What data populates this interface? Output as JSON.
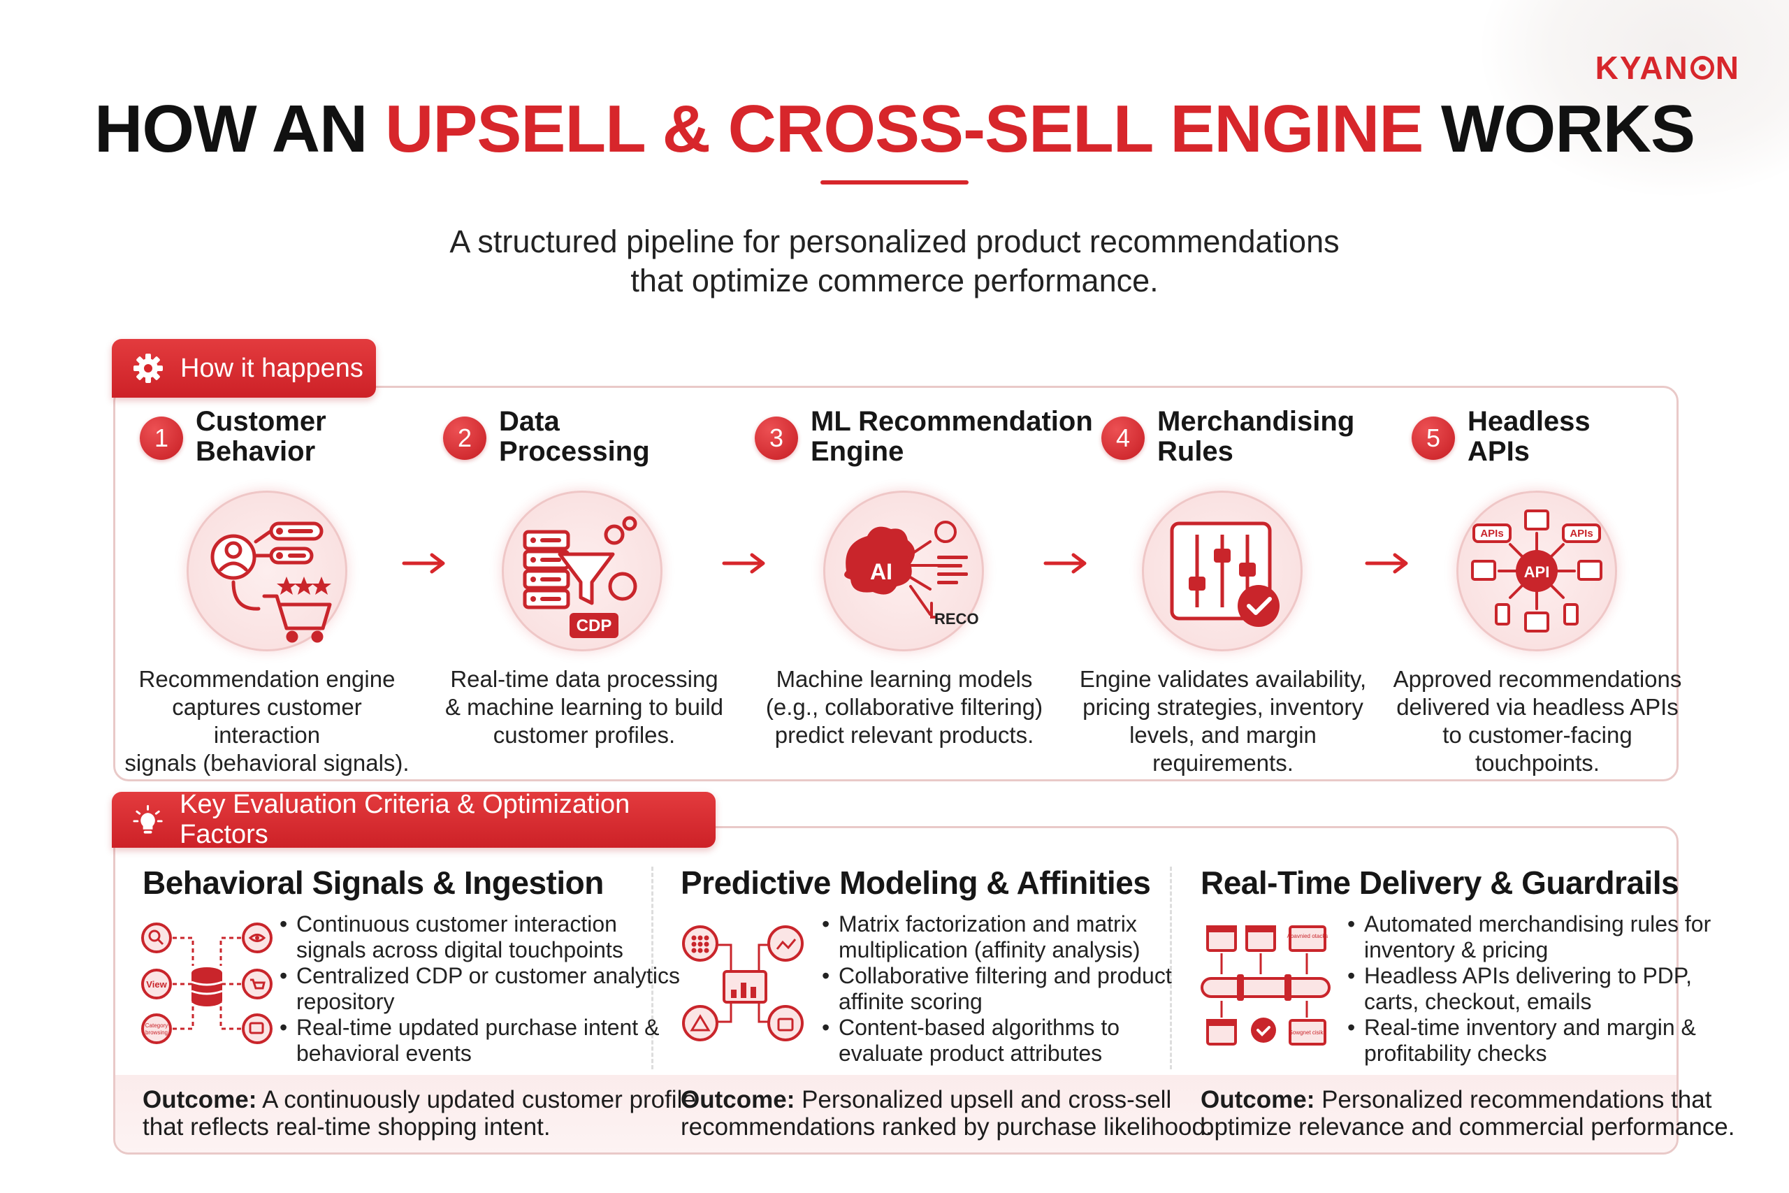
{
  "brand": {
    "logo_prefix": "KYAN",
    "logo_suffix": "N",
    "accent_color": "#d7262b"
  },
  "header": {
    "title_part1": "HOW AN ",
    "title_accent": "UPSELL & CROSS-SELL ENGINE",
    "title_part2": " WORKS",
    "subtitle_line1": "A structured pipeline for personalized product recommendations",
    "subtitle_line2": "that optimize commerce performance."
  },
  "how_section": {
    "tab_label": "How it happens",
    "tab_icon": "gear-icon",
    "steps": [
      {
        "num": "1",
        "title_line1": "Customer",
        "title_line2": "Behavior",
        "icon": "customer-behavior-icon",
        "desc_lines": [
          "Recommendation engine",
          "captures customer interaction",
          "signals (behavioral signals)."
        ]
      },
      {
        "num": "2",
        "title_line1": "Data",
        "title_line2": "Processing",
        "icon": "data-processing-icon",
        "icon_label": "CDP",
        "desc_lines": [
          "Real-time data processing",
          "& machine learning to build",
          "customer profiles."
        ]
      },
      {
        "num": "3",
        "title_line1": "ML Recommendation",
        "title_line2": "Engine",
        "icon": "ml-engine-icon",
        "icon_label_ai": "AI",
        "icon_label_reco": "RECO",
        "desc_lines": [
          "Machine learning models",
          "(e.g., collaborative filtering)",
          "predict relevant products."
        ]
      },
      {
        "num": "4",
        "title_line1": "Merchandising",
        "title_line2": "Rules",
        "icon": "merchandising-rules-icon",
        "desc_lines": [
          "Engine validates availability,",
          "pricing strategies, inventory",
          "levels, and margin",
          "requirements."
        ]
      },
      {
        "num": "5",
        "title_line1": "Headless",
        "title_line2": "APIs",
        "icon": "headless-api-icon",
        "icon_label_api": "API",
        "icon_label_apis": "APIs",
        "desc_lines": [
          "Approved recommendations",
          "delivered via headless APIs",
          "to customer-facing",
          "touchpoints."
        ]
      }
    ]
  },
  "criteria_section": {
    "tab_label": "Key Evaluation Criteria & Optimization Factors",
    "tab_icon": "lightbulb-icon",
    "columns": [
      {
        "title": "Behavioral Signals & Ingestion",
        "icon": "signals-ingestion-icon",
        "icon_labels": {
          "view": "View",
          "category": "Category",
          "browsing": "browsing"
        },
        "bullets": [
          [
            "Continuous customer interaction",
            "signals across digital touchpoints"
          ],
          [
            "Centralized CDP or customer analytics",
            "repository"
          ],
          [
            "Real-time updated purchase intent &",
            "behavioral events"
          ]
        ],
        "outcome_label": "Outcome:",
        "outcome_line1": " A continuously updated customer profile",
        "outcome_line2": "that reflects real-time shopping intent."
      },
      {
        "title": "Predictive Modeling & Affinities",
        "icon": "predictive-modeling-icon",
        "bullets": [
          [
            "Matrix factorization and matrix",
            "multiplication (affinity analysis)"
          ],
          [
            "Collaborative filtering and product",
            "affinite scoring"
          ],
          [
            "Content-based algorithms to",
            "evaluate product attributes"
          ]
        ],
        "outcome_label": "Outcome:",
        "outcome_line1": " Personalized upsell and cross-sell",
        "outcome_line2": "recommendations ranked by purchase likelihood."
      },
      {
        "title": "Real-Time Delivery & Guardrails",
        "icon": "delivery-guardrails-icon",
        "icon_labels": {
          "top_right": "Aoavnied otacks",
          "bottom_right": "Sowgnet cisiks"
        },
        "bullets": [
          [
            "Automated merchandising rules for",
            "inventory & pricing"
          ],
          [
            "Headless APIs delivering to PDP,",
            "carts, checkout, emails"
          ],
          [
            "Real-time inventory and margin &",
            "profitability checks"
          ]
        ],
        "outcome_label": "Outcome:",
        "outcome_line1": " Personalized recommendations that",
        "outcome_line2": "optimize relevance and commercial performance."
      }
    ]
  }
}
